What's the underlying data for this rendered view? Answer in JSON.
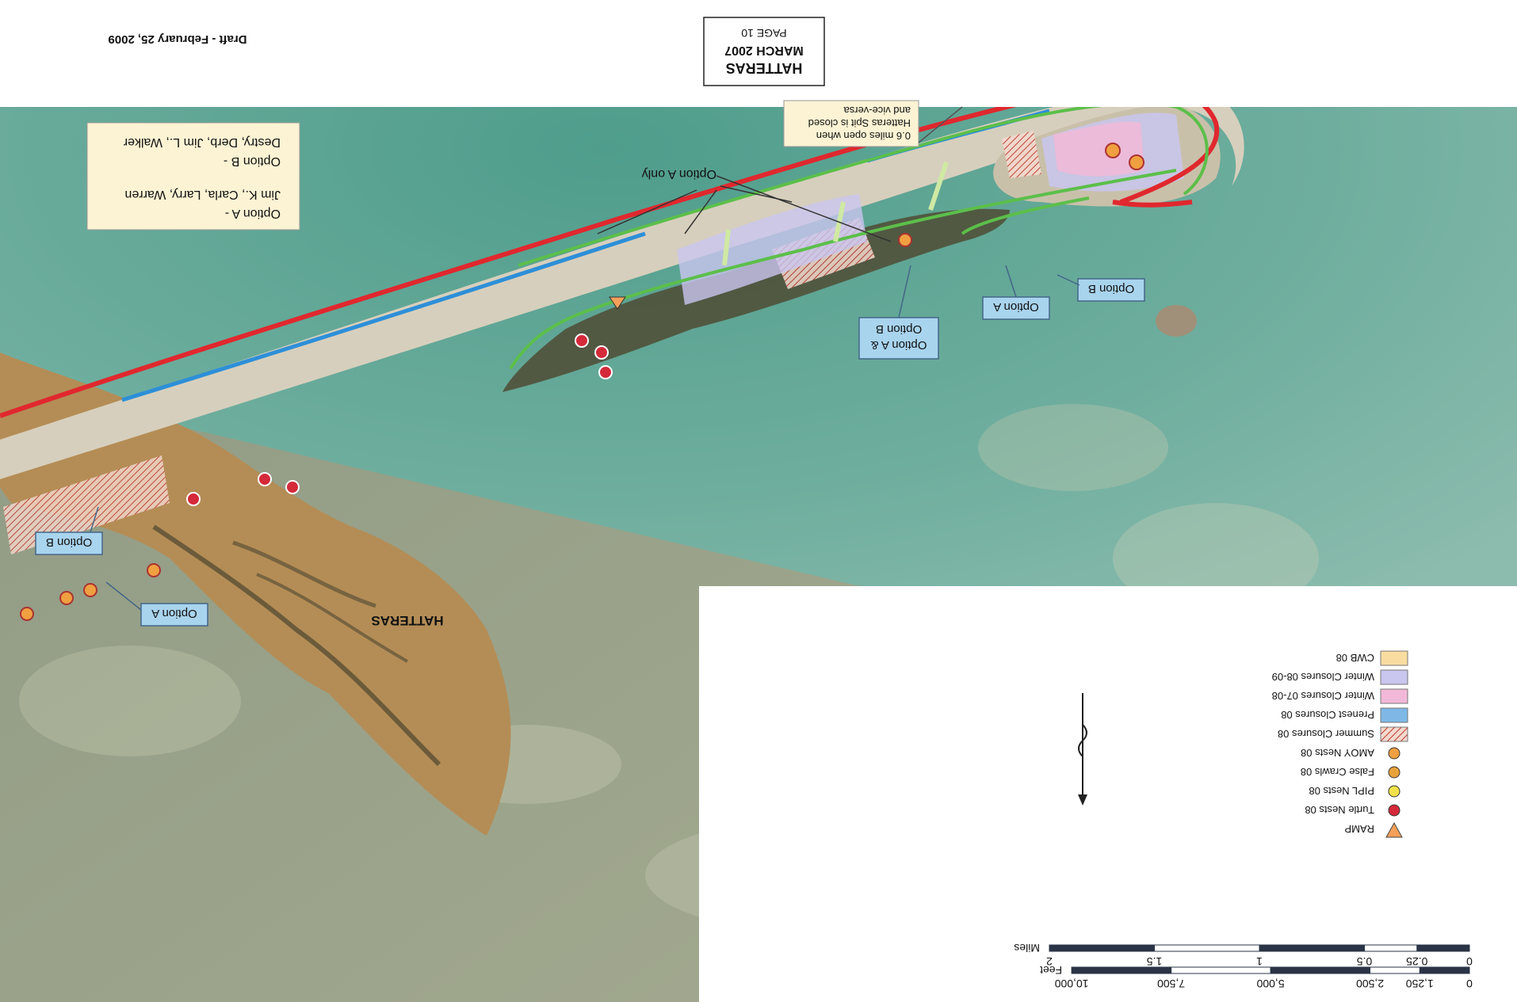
{
  "orientation": "upside-down",
  "title": {
    "line1": "HATTERAS",
    "line2": "MARCH 2007",
    "page": "PAGE 10"
  },
  "draft": "Draft - February 25, 2009",
  "place_label": "HATTERAS",
  "notes": {
    "option_a_line1": "Option A -",
    "option_a_line2": "Jim K., Carla, Larry, Warren",
    "option_b_line1": "Option B -",
    "option_b_line2": "Destry, Derb, Jim L., Walker",
    "spit_line1": "0.6 miles open when",
    "spit_line2": "Hatteras Spit is closed",
    "spit_line3": "and vice-versa"
  },
  "callouts": {
    "option_a_only": "Option A only",
    "option_b_upper": "Option B",
    "option_a_upper": "Option A",
    "option_ab_line1": "Option A &",
    "option_ab_line2": "Option B",
    "option_b_lower": "Option B",
    "option_a_lower": "Option A"
  },
  "legend": {
    "items": [
      {
        "label": "RAMP",
        "icon": "ramp-triangle",
        "color": "#f5a05a"
      },
      {
        "label": "Turtle Nests 08",
        "icon": "turtle-nest-dot",
        "color": "#d42a3a"
      },
      {
        "label": "PIPL Nests 08",
        "icon": "pipl-nest-dot",
        "color": "#f2e24a"
      },
      {
        "label": "False Crawls 08",
        "icon": "false-crawl-dot",
        "color": "#e8a23a"
      },
      {
        "label": "AMOY Nests 08",
        "icon": "amoy-nest-dot",
        "color": "#f0a040"
      },
      {
        "label": "Summer Closures 08",
        "icon": "hatched-swatch",
        "color": "#c0392b"
      },
      {
        "label": "Prenest Closures 08",
        "icon": "swatch",
        "color": "#7fb8e6"
      },
      {
        "label": "Winter Closures 07-08",
        "icon": "swatch",
        "color": "#f2b8d8"
      },
      {
        "label": "Winter Closures 08-09",
        "icon": "swatch",
        "color": "#c9c6ef"
      },
      {
        "label": "CWB 08",
        "icon": "swatch",
        "color": "#f9dca0"
      }
    ]
  },
  "north_arrow": "north-arrow-icon",
  "scale": {
    "miles_unit": "Miles",
    "miles_ticks": [
      "0",
      "0.25",
      "0.5",
      "1",
      "1.5",
      "2"
    ],
    "feet_unit": "Feet",
    "feet_ticks": [
      "0",
      "1,250",
      "2,500",
      "5,000",
      "7,500",
      "10,000"
    ]
  },
  "colors": {
    "closure_red": "#e0282e",
    "closure_blue": "#2d8fd8",
    "route_green": "#5cbf4a",
    "ocean": "#6aa89a",
    "sound": "#9aa388"
  }
}
